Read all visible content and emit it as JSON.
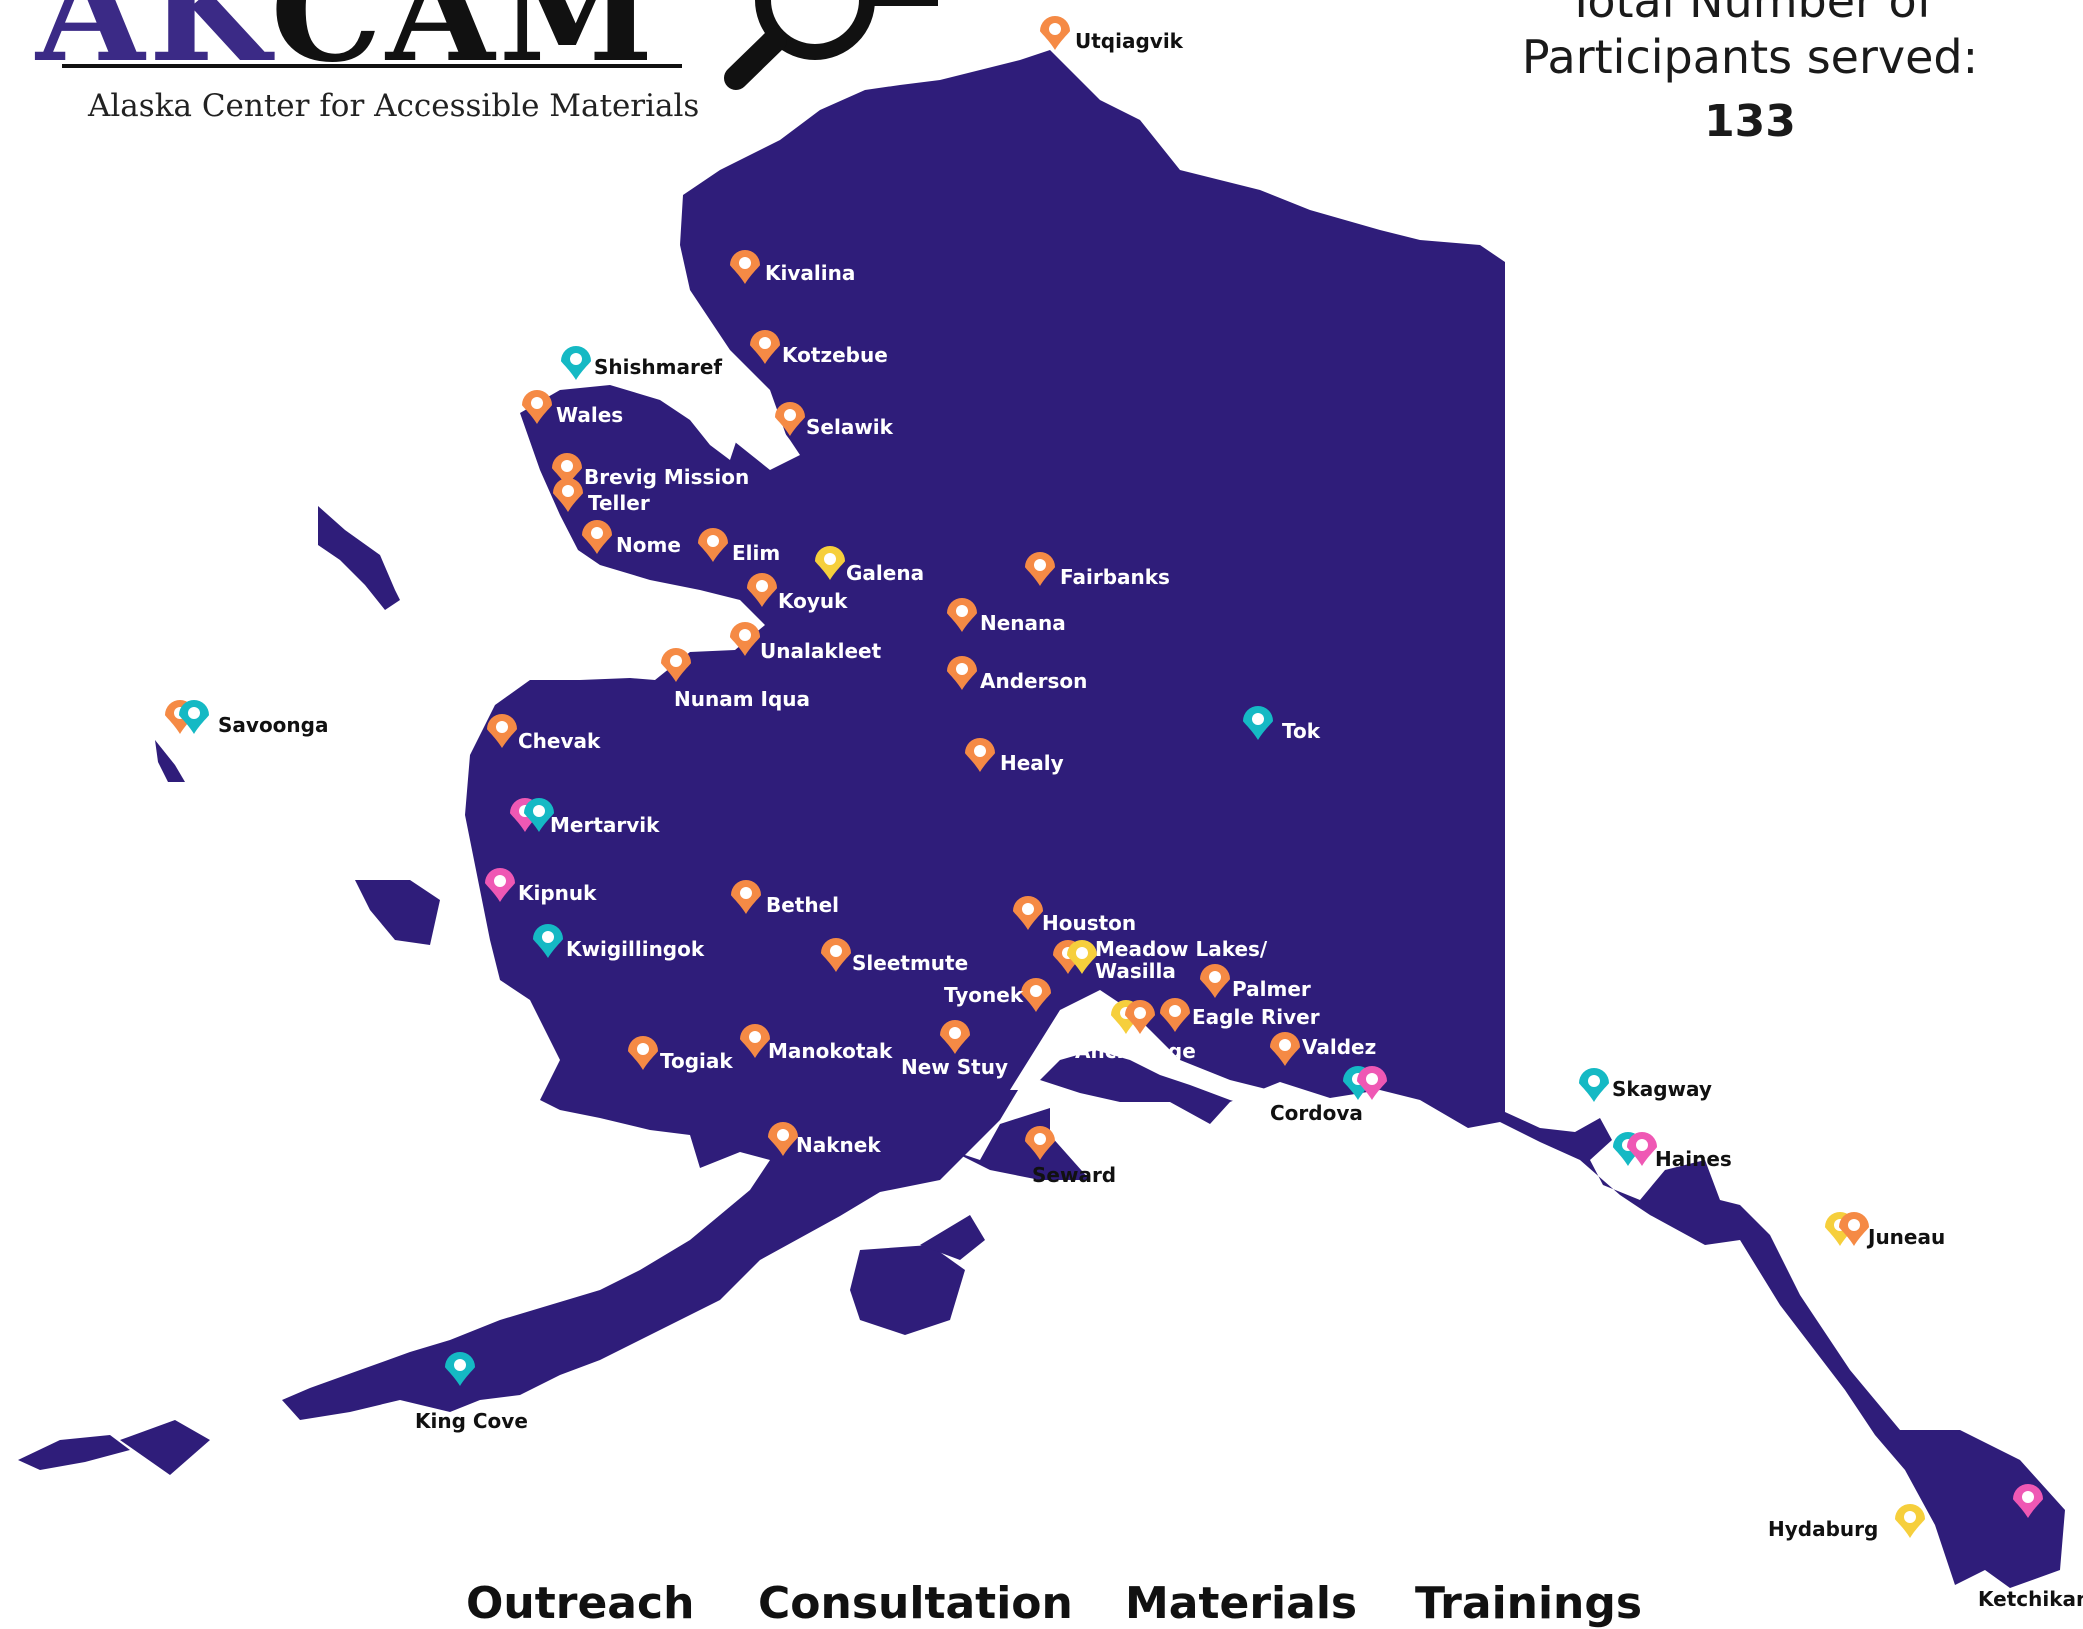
{
  "logo": {
    "wordmark_colored": "AK",
    "wordmark_rest": "CAM",
    "subtitle": "Alaska Center for Accessible Materials"
  },
  "total": {
    "line1": "Total Number of",
    "line2": "Participants served:",
    "value": "133"
  },
  "colors": {
    "land": "#2f1d7a",
    "outreach": "#f58a45",
    "consultation": "#15b9c4",
    "materials": "#f6cf3c",
    "trainings": "#ef58b4",
    "label_on_land": "#ffffff",
    "label_on_water": "#111111"
  },
  "legend": [
    "Outreach",
    "Consultation",
    "Materials",
    "Trainings"
  ],
  "locations": [
    {
      "name": "Utqiagvik",
      "pins": [
        "outreach"
      ]
    },
    {
      "name": "Kivalina",
      "pins": [
        "outreach"
      ]
    },
    {
      "name": "Kotzebue",
      "pins": [
        "outreach"
      ]
    },
    {
      "name": "Shishmaref",
      "pins": [
        "consultation"
      ]
    },
    {
      "name": "Wales",
      "pins": [
        "outreach"
      ]
    },
    {
      "name": "Selawik",
      "pins": [
        "outreach"
      ]
    },
    {
      "name": "Brevig Mission",
      "pins": [
        "outreach"
      ]
    },
    {
      "name": "Teller",
      "pins": [
        "outreach"
      ]
    },
    {
      "name": "Nome",
      "pins": [
        "outreach"
      ]
    },
    {
      "name": "Elim",
      "pins": [
        "outreach"
      ]
    },
    {
      "name": "Galena",
      "pins": [
        "materials"
      ]
    },
    {
      "name": "Fairbanks",
      "pins": [
        "outreach"
      ]
    },
    {
      "name": "Koyuk",
      "pins": [
        "outreach"
      ]
    },
    {
      "name": "Nenana",
      "pins": [
        "outreach"
      ]
    },
    {
      "name": "Unalakleet",
      "pins": [
        "outreach"
      ]
    },
    {
      "name": "Nunam Iqua",
      "pins": [
        "outreach"
      ]
    },
    {
      "name": "Anderson",
      "pins": [
        "outreach"
      ]
    },
    {
      "name": "Savoonga",
      "pins": [
        "outreach",
        "consultation"
      ]
    },
    {
      "name": "Chevak",
      "pins": [
        "outreach"
      ]
    },
    {
      "name": "Tok",
      "pins": [
        "consultation"
      ]
    },
    {
      "name": "Healy",
      "pins": [
        "outreach"
      ]
    },
    {
      "name": "Mertarvik",
      "pins": [
        "trainings",
        "consultation"
      ]
    },
    {
      "name": "Kipnuk",
      "pins": [
        "trainings"
      ]
    },
    {
      "name": "Bethel",
      "pins": [
        "outreach"
      ]
    },
    {
      "name": "Houston",
      "pins": [
        "outreach"
      ]
    },
    {
      "name": "Kwigillingok",
      "pins": [
        "consultation"
      ]
    },
    {
      "name": "Sleetmute",
      "pins": [
        "outreach"
      ]
    },
    {
      "name": "Meadow Lakes/ Wasilla",
      "pins": [
        "outreach",
        "materials"
      ]
    },
    {
      "name": "Palmer",
      "pins": [
        "outreach"
      ]
    },
    {
      "name": "Tyonek",
      "pins": [
        "outreach"
      ]
    },
    {
      "name": "Eagle River",
      "pins": [
        "outreach"
      ]
    },
    {
      "name": "Anchorage",
      "pins": [
        "materials",
        "outreach"
      ]
    },
    {
      "name": "Togiak",
      "pins": [
        "outreach"
      ]
    },
    {
      "name": "Manokotak",
      "pins": [
        "outreach"
      ]
    },
    {
      "name": "New Stuy",
      "pins": [
        "outreach"
      ]
    },
    {
      "name": "Valdez",
      "pins": [
        "outreach"
      ]
    },
    {
      "name": "Cordova",
      "pins": [
        "consultation",
        "trainings"
      ]
    },
    {
      "name": "Skagway",
      "pins": [
        "consultation"
      ]
    },
    {
      "name": "Naknek",
      "pins": [
        "outreach"
      ]
    },
    {
      "name": "Seward",
      "pins": [
        "outreach"
      ]
    },
    {
      "name": "Haines",
      "pins": [
        "consultation",
        "trainings"
      ]
    },
    {
      "name": "Juneau",
      "pins": [
        "materials",
        "outreach"
      ]
    },
    {
      "name": "King Cove",
      "pins": [
        "consultation"
      ]
    },
    {
      "name": "Hydaburg",
      "pins": [
        "materials"
      ]
    },
    {
      "name": "Ketchikan",
      "pins": [
        "trainings"
      ]
    }
  ]
}
